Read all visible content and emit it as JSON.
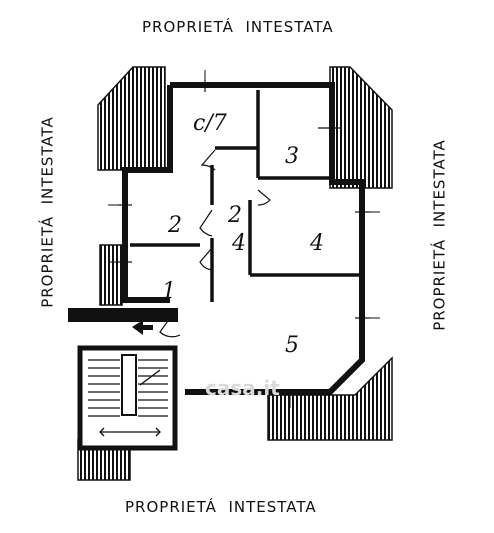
{
  "labels": {
    "top": "PROPRIETÁ  INTESTATA",
    "bottom": "PROPRIETÁ  INTESTATA",
    "left": "PROPRIETÁ  INTESTATA",
    "right": "PROPRIETÁ  INTESTATA"
  },
  "rooms": {
    "r1": "1",
    "r2": "2",
    "r3": "3",
    "r4": "4",
    "r5": "5",
    "wc": "c/7",
    "hall": "2",
    "landing": "4"
  },
  "watermark": "casa.it",
  "colors": {
    "ink": "#111111",
    "background": "#ffffff",
    "watermark": "#d9d9d9"
  }
}
